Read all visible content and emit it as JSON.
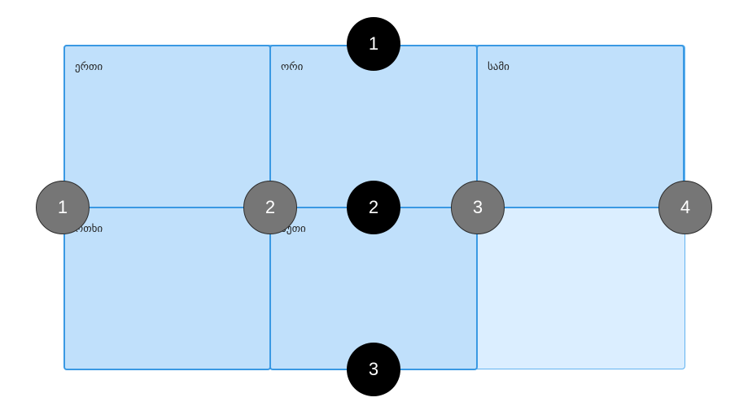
{
  "grid_items": [
    {
      "label": "ერთი"
    },
    {
      "label": "ორი"
    },
    {
      "label": "სამი"
    },
    {
      "label": "ოთხი"
    },
    {
      "label": "ხუთი"
    }
  ],
  "row_lines": [
    "1",
    "2",
    "3"
  ],
  "column_lines": [
    "1",
    "2",
    "3",
    "4"
  ],
  "colors": {
    "container_bg": "#dbeeff",
    "item_bg": "#c0e0fb",
    "item_border": "#3a99e3",
    "row_marker": "#000000",
    "column_marker": "#767676"
  }
}
